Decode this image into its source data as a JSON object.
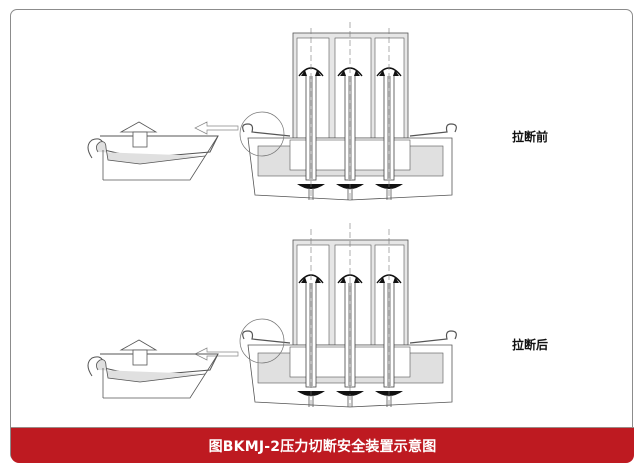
{
  "caption": "图BKMJ-2压力切断安全装置示意图",
  "states": [
    {
      "id": "before",
      "label": "拉断前"
    },
    {
      "id": "after",
      "label": "拉断后"
    }
  ],
  "colors": {
    "caption_band": "#be1a21",
    "caption_text": "#ffffff",
    "frame_border": "#8c8c8c",
    "line": "#555555",
    "fill_gray": "#e0e0e0",
    "seal_black": "#111111"
  },
  "diagram_parts": [
    "valve-housing",
    "three-pin-assembly",
    "crimped-flange-rim",
    "detail-circle",
    "arrow-to-detail",
    "enlarged-flange-detail",
    "upward-arrow"
  ]
}
